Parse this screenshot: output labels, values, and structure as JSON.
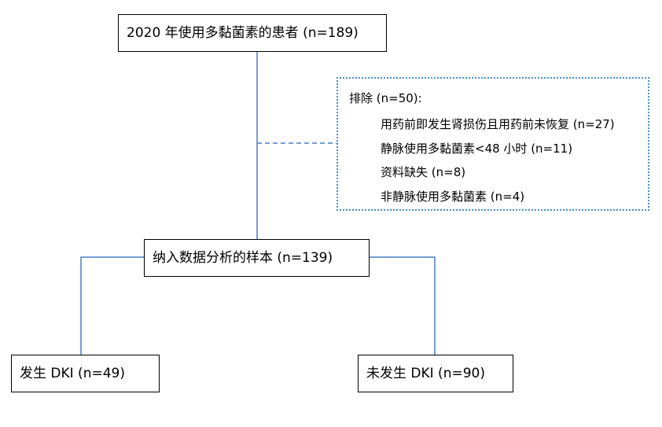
{
  "flowchart": {
    "top_box": "2020 年使用多黏菌素的患者 (n=189)",
    "exclusion": {
      "header": "排除 (n=50):",
      "items": [
        "用药前即发生肾损伤且用药前未恢复 (n=27)",
        "静脉使用多黏菌素<48 小时 (n=11)",
        "资料缺失 (n=8)",
        "非静脉使用多黏菌素 (n=4)"
      ]
    },
    "middle_box": "纳入数据分析的样本 (n=139)",
    "left_box": "发生 DKI (n=49)",
    "right_box": "未发生 DKI (n=90)"
  },
  "colors": {
    "connector": "#4a7fc1",
    "exclusion_border": "#4a90c4",
    "box_border": "#000000"
  }
}
